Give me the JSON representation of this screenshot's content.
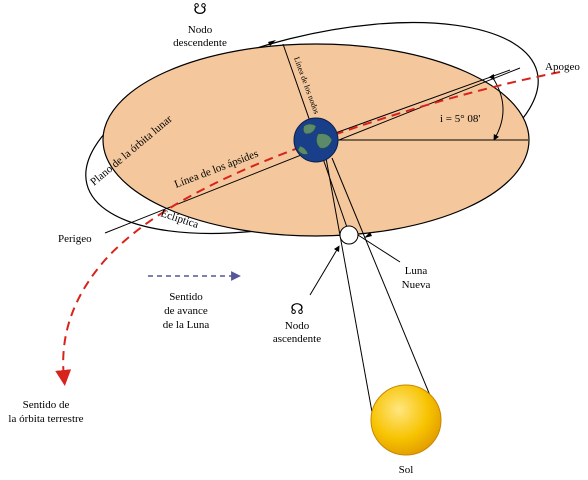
{
  "labels": {
    "nodo_descendente": [
      "Nodo",
      "descendente"
    ],
    "nodo_descendente_symbol": "☋",
    "apogeo": "Apogeo",
    "perigeo": "Perigeo",
    "inclinacion": "i = 5° 08'",
    "plano_orbita_lunar": "Plano de la órbita lunar",
    "linea_apsides": "Línea de los ápsides",
    "linea_nodos": "Línea de los nodos",
    "ecliptica": "Eclíptica",
    "luna_nueva": [
      "Luna",
      "Nueva"
    ],
    "nodo_ascendente_symbol": "☊",
    "nodo_ascendente": [
      "Nodo",
      "ascendente"
    ],
    "sentido_avance_luna": [
      "Sentido",
      "de avance",
      "de la Luna"
    ],
    "sentido_orbita_terrestre": [
      "Sentido de",
      "la órbita terrestre"
    ],
    "sol": "Sol"
  },
  "colors": {
    "orbital_plane_fill": "#f4c79c",
    "orbit_line": "#000000",
    "earth_orbit_dash": "#d8231c",
    "moon_direction_dash": "#555599",
    "sun_fill": "#f5b800",
    "earth_ocean": "#1a3f8a",
    "earth_land": "#5a8a6a",
    "moon_fill": "#ffffff"
  }
}
